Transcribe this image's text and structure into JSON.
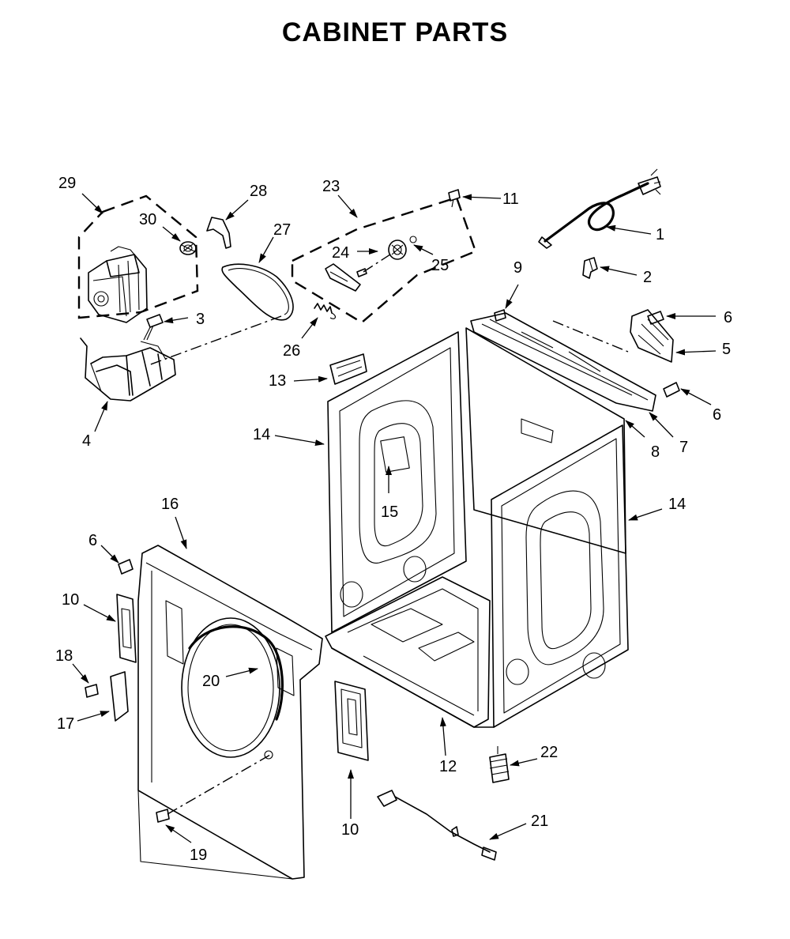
{
  "title": "CABINET PARTS",
  "callouts": {
    "c1": "1",
    "c2": "2",
    "c3": "3",
    "c4": "4",
    "c5": "5",
    "c6a": "6",
    "c6b": "6",
    "c6c": "6",
    "c7": "7",
    "c8": "8",
    "c9": "9",
    "c10a": "10",
    "c10b": "10",
    "c11": "11",
    "c12": "12",
    "c13": "13",
    "c14a": "14",
    "c14b": "14",
    "c15": "15",
    "c16": "16",
    "c17": "17",
    "c18": "18",
    "c19": "19",
    "c20": "20",
    "c21": "21",
    "c22": "22",
    "c23": "23",
    "c24": "24",
    "c25": "25",
    "c26": "26",
    "c27": "27",
    "c28": "28",
    "c29": "29",
    "c30": "30"
  }
}
